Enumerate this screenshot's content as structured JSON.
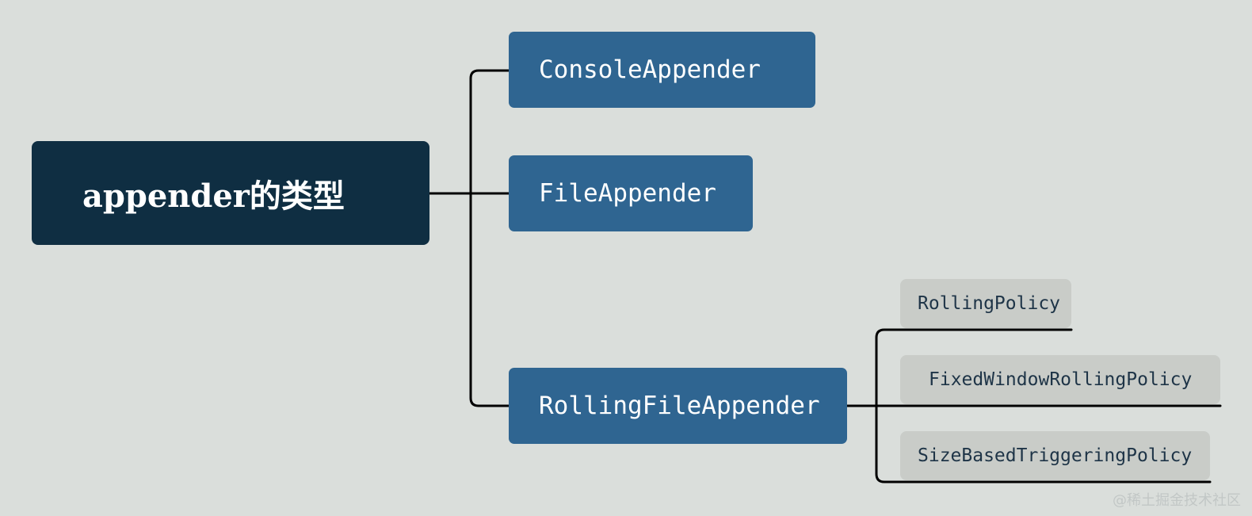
{
  "root": {
    "label": "appender的类型"
  },
  "children": [
    {
      "label": "ConsoleAppender"
    },
    {
      "label": "FileAppender"
    },
    {
      "label": "RollingFileAppender"
    }
  ],
  "policies": [
    {
      "label": "RollingPolicy"
    },
    {
      "label": "FixedWindowRollingPolicy"
    },
    {
      "label": "SizeBasedTriggeringPolicy"
    }
  ],
  "watermark": "@稀土掘金技术社区",
  "colors": {
    "background": "#dadedb",
    "root_fill": "#0f2e42",
    "child_fill": "#2f6591",
    "leaf_fill": "#c9ccc8",
    "connector": "#000000"
  }
}
